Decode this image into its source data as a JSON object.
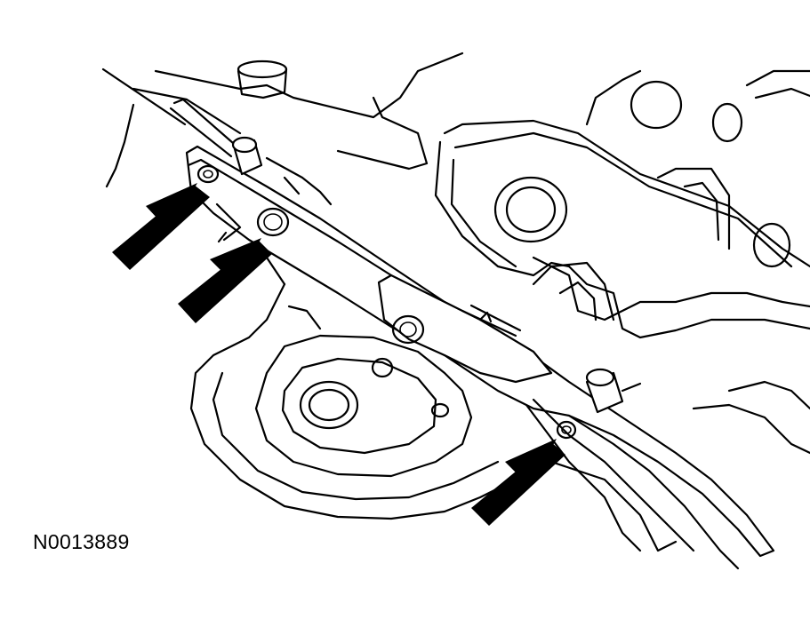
{
  "figure": {
    "code": "N0013889"
  },
  "colors": {
    "ink": "#000000",
    "paper": "#ffffff"
  },
  "callouts": [
    {
      "name": "arrow-bolt-upper-left",
      "points_to": "bracket-bolt-upper-left"
    },
    {
      "name": "arrow-hole-upper",
      "points_to": "bracket-hole-upper"
    },
    {
      "name": "arrow-bolt-right",
      "points_to": "bracket-bolt-right"
    }
  ]
}
